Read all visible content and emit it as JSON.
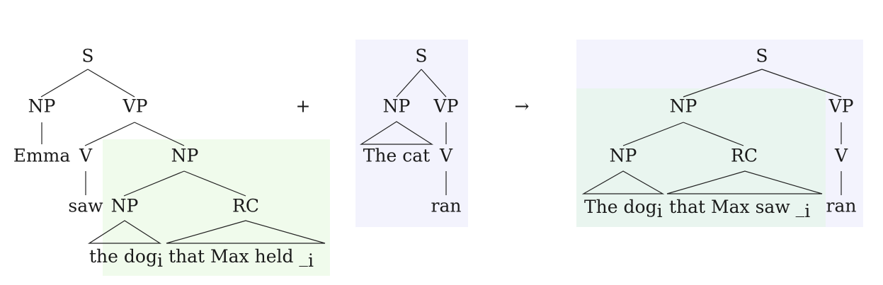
{
  "tree1": {
    "S": "S",
    "NP_subject": "NP",
    "VP": "VP",
    "subject_word": "Emma",
    "V": "V",
    "NP_object": "NP",
    "verb_word": "saw",
    "NP_head": "NP",
    "RC": "RC",
    "head_words": "the dog",
    "head_index": "i",
    "rc_words": "that Max held _",
    "rc_index": "i",
    "highlight_color": "#f0fbec"
  },
  "plus_sign": "+",
  "tree2": {
    "S": "S",
    "NP": "NP",
    "VP": "VP",
    "np_words": "The cat",
    "V": "V",
    "verb_word": "ran",
    "highlight_color": "#f3f3fd"
  },
  "arrow": "→",
  "tree3": {
    "S": "S",
    "NP": "NP",
    "VP": "VP",
    "NP_head": "NP",
    "RC": "RC",
    "V": "V",
    "head_words": "The dog",
    "head_index": "i",
    "rc_words": "that Max saw _",
    "rc_index": "i",
    "verb_word": "ran",
    "outer_highlight_color": "#f3f3fd",
    "inner_highlight_color": "#e9f5ef"
  }
}
